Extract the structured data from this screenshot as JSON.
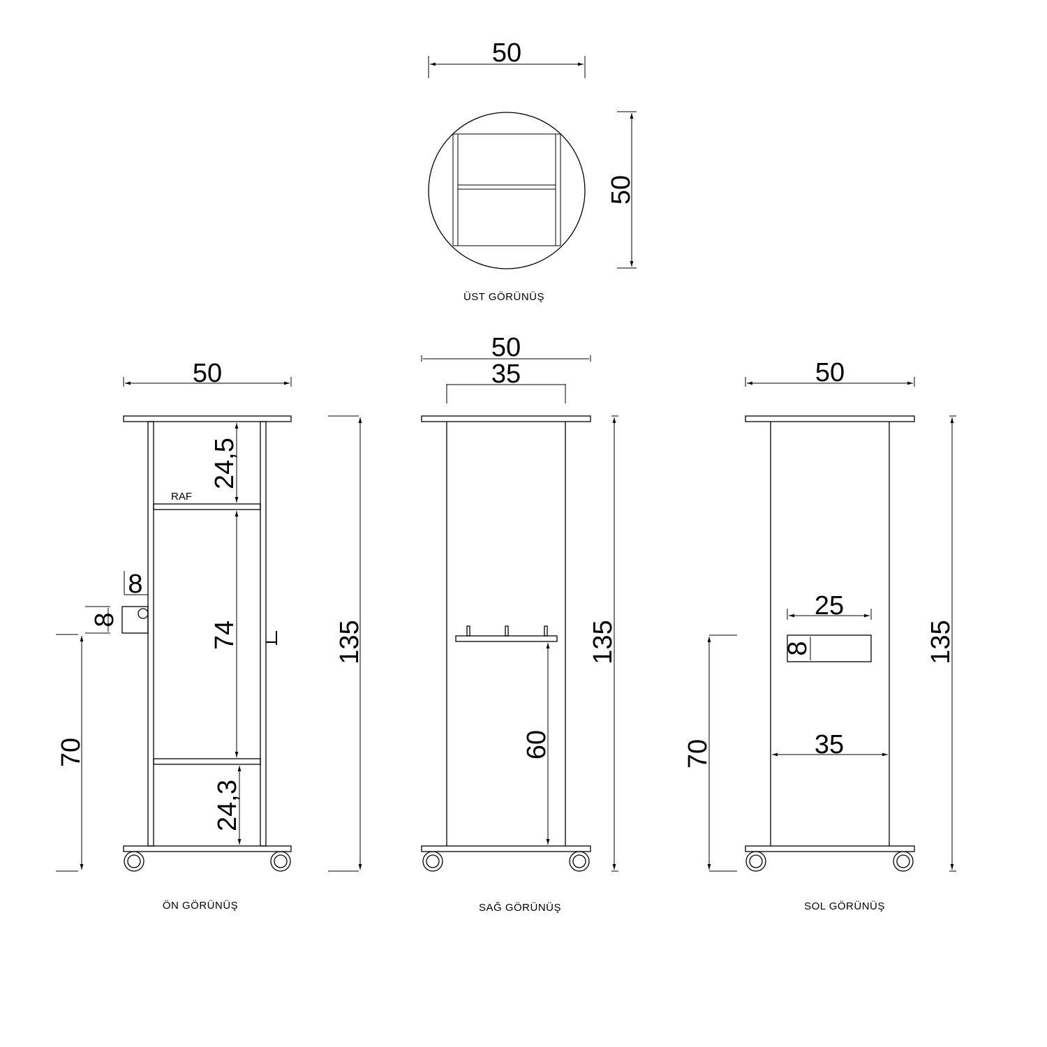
{
  "views": {
    "top": {
      "caption": "ÜST   GÖRÜNÜŞ",
      "width": "50",
      "depth": "50"
    },
    "front": {
      "caption": "ÖN  GÖRÜNÜŞ",
      "width": "50",
      "height": "135",
      "top_gap": "24,5",
      "shelf_label": "RAF",
      "middle_gap": "74",
      "bottom_gap": "24,3",
      "hook_offset": "8",
      "box_height": "8",
      "box_level": "70"
    },
    "right": {
      "caption": "SAĞ GÖRÜNÜŞ",
      "width": "50",
      "inner_width": "35",
      "height": "135",
      "hook_level": "60"
    },
    "left": {
      "caption": "SOL  GÖRÜNÜŞ",
      "width": "50",
      "slot_width": "25",
      "slot_height": "8",
      "inner_width": "35",
      "height": "135",
      "slot_level": "70"
    }
  }
}
